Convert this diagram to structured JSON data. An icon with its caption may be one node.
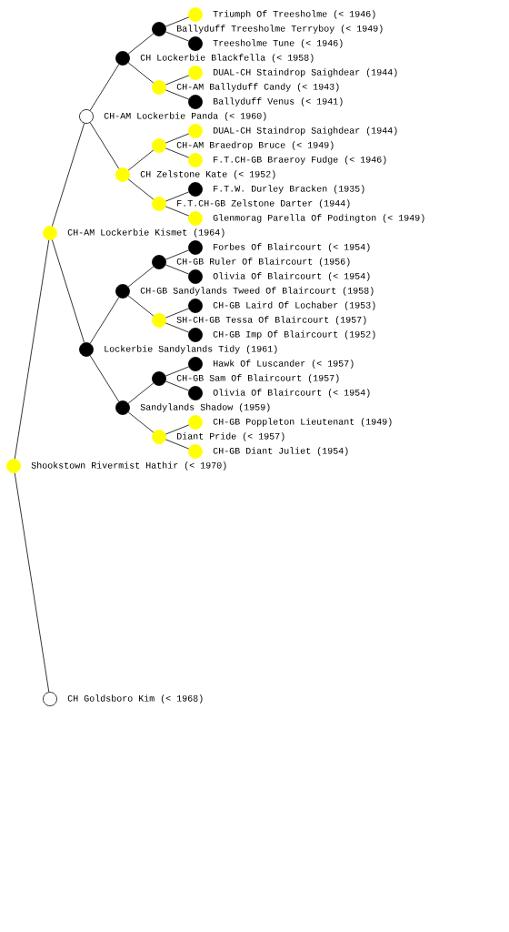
{
  "diagram": {
    "nodes": [
      {
        "text": [
          "Triumph Of Treesholme (< 1946)"
        ]
      },
      {
        "text": [
          "Ballyduff Treesholme Terryboy (< 1949)"
        ]
      },
      {
        "text": [
          "Treesholme Tune (< 1946)"
        ]
      },
      {
        "text": [
          "CH Lockerbie Blackfella (< 1958)"
        ]
      },
      {
        "text": [
          "DUAL-CH Staindrop Saighdear (1944)"
        ]
      },
      {
        "text": [
          "CH-AM Ballyduff Candy (< 1943)"
        ]
      },
      {
        "text": [
          "Ballyduff Venus (< 1941)"
        ]
      },
      {
        "text": [
          "CH-AM Lockerbie Panda (< 1960)"
        ]
      },
      {
        "text": [
          "DUAL-CH Staindrop Saighdear (1944)"
        ]
      },
      {
        "text": [
          "CH-AM Braedrop Bruce (< 1949)"
        ]
      },
      {
        "text": [
          "F.T.CH-GB Braeroy Fudge (< 1946)"
        ]
      },
      {
        "text": [
          "CH Zelstone Kate (< 1952)"
        ]
      },
      {
        "text": [
          "F.T.W. Durley Bracken (1935)"
        ]
      },
      {
        "text": [
          "F.T.CH-GB Zelstone Darter (1944)"
        ]
      },
      {
        "text": [
          "Glenmorag Parella Of Podington (< 1949)"
        ]
      },
      {
        "text": [
          "CH-AM Lockerbie Kismet (1964)"
        ]
      },
      {
        "text": [
          "Forbes Of Blaircourt (< 1954)"
        ]
      },
      {
        "text": [
          "CH-GB Ruler Of Blaircourt (1956)"
        ]
      },
      {
        "text": [
          "Olivia Of Blaircourt (< 1954)"
        ]
      },
      {
        "text": [
          "CH-GB Sandylands Tweed Of Blaircourt (1958)"
        ]
      },
      {
        "text": [
          "CH-GB Laird Of Lochaber (1953)"
        ]
      },
      {
        "text": [
          "SH-CH-GB Tessa Of Blaircourt (1957)"
        ]
      },
      {
        "text": [
          "CH-GB Imp Of Blaircourt (1952)"
        ]
      },
      {
        "text": [
          "Lockerbie Sandylands Tidy (1961)"
        ]
      },
      {
        "text": [
          "Hawk Of Luscander (< 1957)"
        ]
      },
      {
        "text": [
          "CH-GB Sam Of Blaircourt (1957)"
        ]
      },
      {
        "text": [
          "Olivia Of Blaircourt (< 1954)"
        ]
      },
      {
        "text": [
          "Sandylands Shadow (1959)"
        ]
      },
      {
        "text": [
          "CH-GB Poppleton Lieutenant (1949)"
        ]
      },
      {
        "text": [
          "Diant Pride (< 1957)"
        ]
      },
      {
        "text": [
          "CH-GB Diant Juliet (1954)"
        ]
      },
      {
        "text": [
          "Shookstown Rivermist Hathir (< 1970)"
        ]
      },
      {
        "text": [
          "CH Goldsboro Kim (< 1968)"
        ]
      }
    ],
    "edges": [
      {
        "from": 31,
        "to": 15,
        "arrow": "none"
      },
      {
        "from": 31,
        "to": 32,
        "arrow": "none"
      },
      {
        "from": 15,
        "to": 7,
        "arrow": "none"
      },
      {
        "from": 15,
        "to": 23,
        "arrow": "none"
      },
      {
        "from": 7,
        "to": 3,
        "arrow": "none"
      },
      {
        "from": 7,
        "to": 11,
        "arrow": "none"
      },
      {
        "from": 3,
        "to": 1,
        "arrow": "none"
      },
      {
        "from": 3,
        "to": 5,
        "arrow": "none"
      },
      {
        "from": 1,
        "to": 0,
        "arrow": "none"
      },
      {
        "from": 1,
        "to": 2,
        "arrow": "none"
      },
      {
        "from": 5,
        "to": 4,
        "arrow": "none"
      },
      {
        "from": 5,
        "to": 6,
        "arrow": "none"
      },
      {
        "from": 11,
        "to": 9,
        "arrow": "none"
      },
      {
        "from": 11,
        "to": 13,
        "arrow": "none"
      },
      {
        "from": 9,
        "to": 8,
        "arrow": "none"
      },
      {
        "from": 9,
        "to": 10,
        "arrow": "none"
      },
      {
        "from": 13,
        "to": 12,
        "arrow": "none"
      },
      {
        "from": 13,
        "to": 14,
        "arrow": "none"
      },
      {
        "from": 23,
        "to": 19,
        "arrow": "none"
      },
      {
        "from": 23,
        "to": 27,
        "arrow": "none"
      },
      {
        "from": 19,
        "to": 17,
        "arrow": "none"
      },
      {
        "from": 19,
        "to": 21,
        "arrow": "none"
      },
      {
        "from": 17,
        "to": 16,
        "arrow": "none"
      },
      {
        "from": 17,
        "to": 18,
        "arrow": "none"
      },
      {
        "from": 21,
        "to": 20,
        "arrow": "none"
      },
      {
        "from": 21,
        "to": 22,
        "arrow": "none"
      },
      {
        "from": 27,
        "to": 25,
        "arrow": "none"
      },
      {
        "from": 27,
        "to": 29,
        "arrow": "none"
      },
      {
        "from": 25,
        "to": 24,
        "arrow": "none"
      },
      {
        "from": 25,
        "to": 26,
        "arrow": "none"
      },
      {
        "from": 29,
        "to": 28,
        "arrow": "none"
      },
      {
        "from": 29,
        "to": 30,
        "arrow": "none"
      }
    ]
  }
}
